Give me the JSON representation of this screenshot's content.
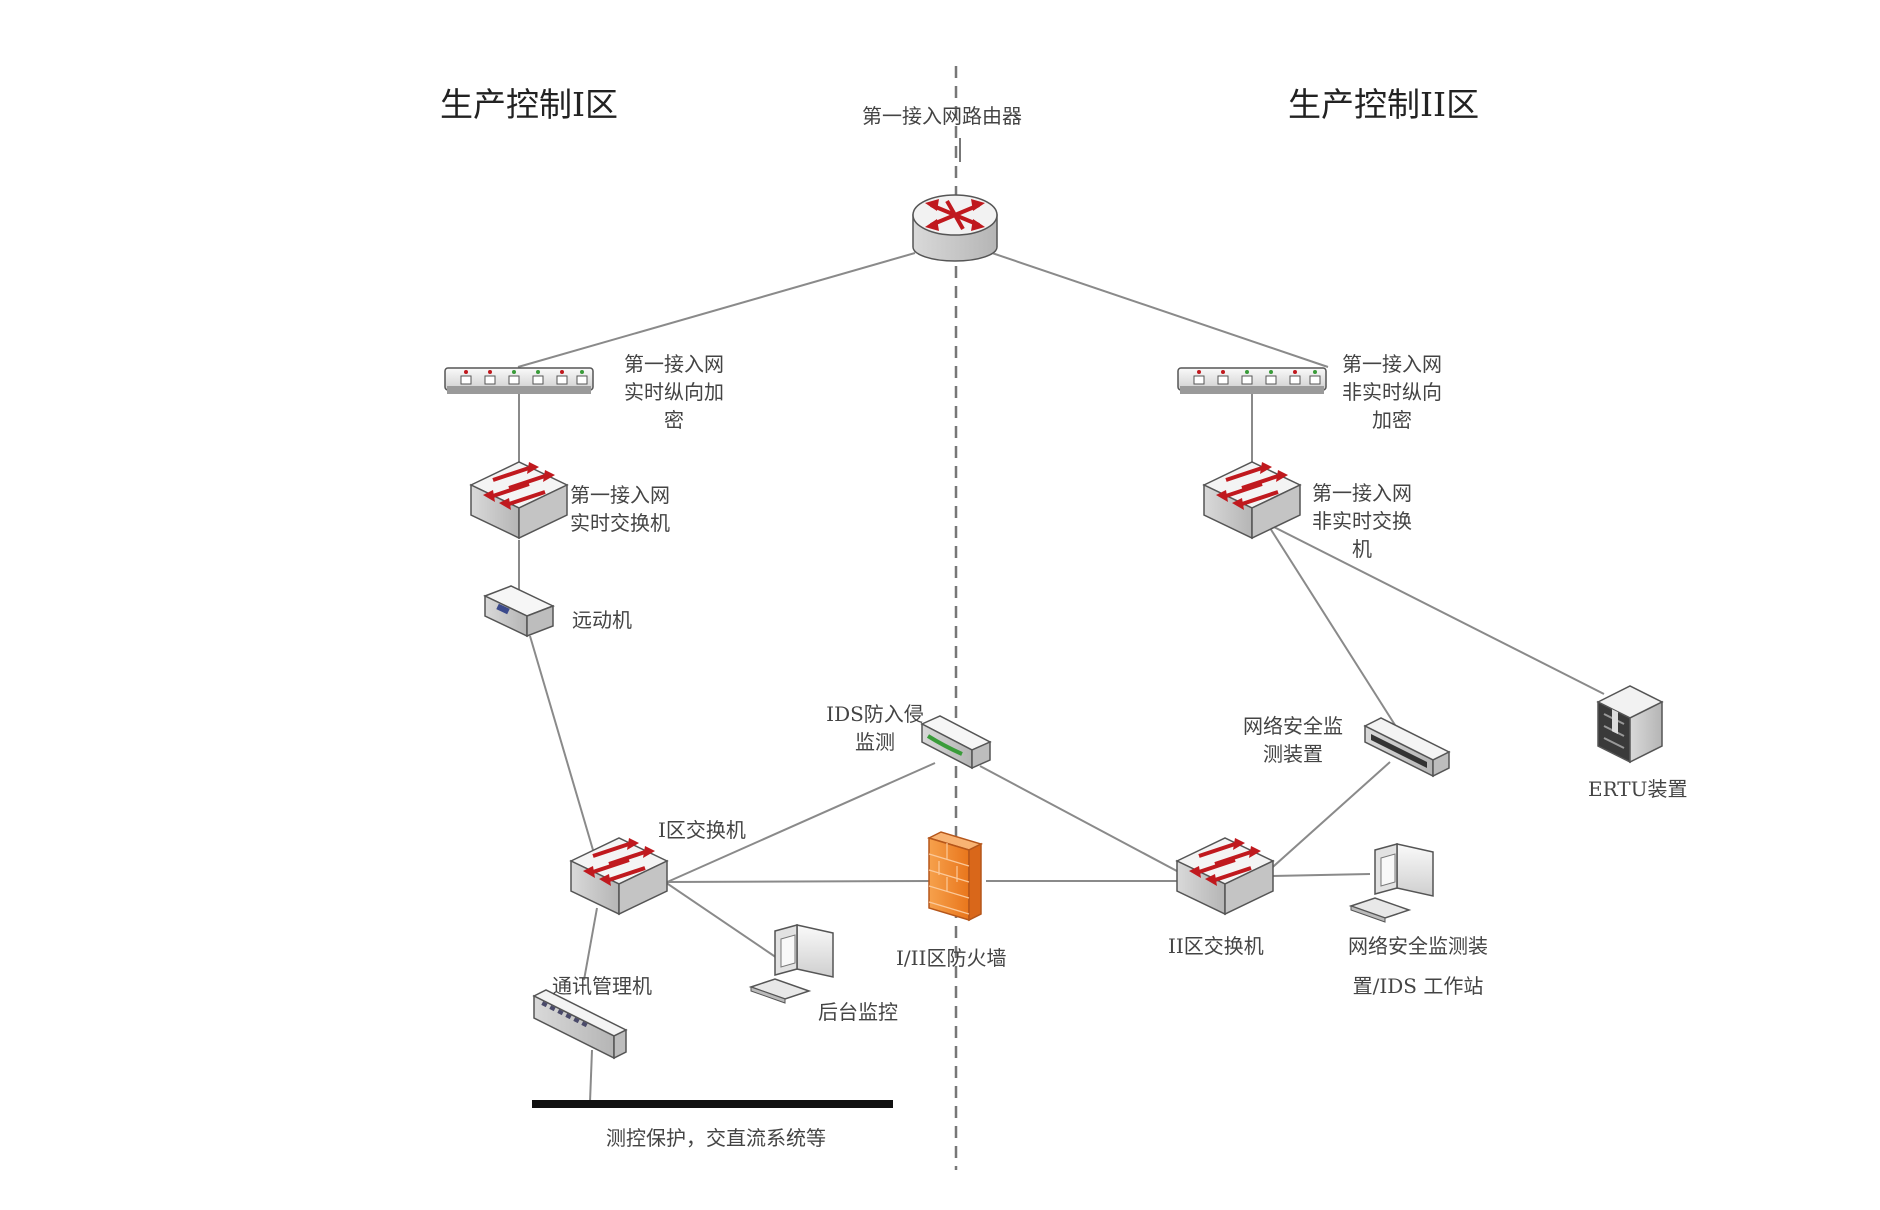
{
  "zones": {
    "left": "生产控制I区",
    "right": "生产控制II区"
  },
  "devices": {
    "router": "第一接入网路由器",
    "enc_realtime": [
      "第一接入网",
      "实时纵向加",
      "密"
    ],
    "enc_nonrealtime": [
      "第一接入网",
      "非实时纵向",
      "加密"
    ],
    "sw_realtime": [
      "第一接入网",
      "实时交换机"
    ],
    "sw_nonrealtime": [
      "第一接入网",
      "非实时交换",
      "机"
    ],
    "telecontrol": "远动机",
    "ids": [
      "IDS防入侵",
      "监测"
    ],
    "net_monitor": [
      "网络安全监",
      "测装置"
    ],
    "ertu": "ERTU装置",
    "zone1_switch": "I区交换机",
    "firewall": "I/II区防火墙",
    "zone2_switch": "II区交换机",
    "workstation": [
      "网络安全监测装",
      "置/IDS 工作站"
    ],
    "comm_manager": "通讯管理机",
    "backend_monitor": "后台监控",
    "bus": "测控保护，交直流系统等"
  },
  "colors": {
    "line": "#8a8a8a",
    "divider": "#777777",
    "arrow": "#c0191e",
    "firewall": "#f08a2c",
    "bus": "#111111"
  }
}
